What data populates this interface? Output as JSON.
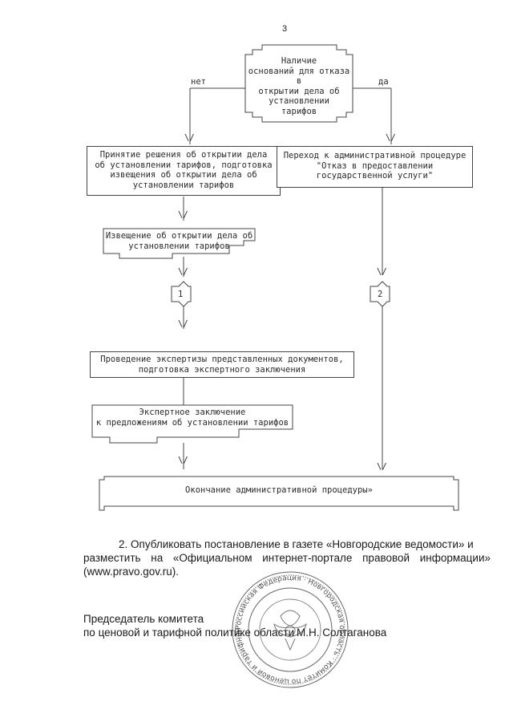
{
  "page_number": "3",
  "flow": {
    "decision": [
      "Наличие",
      "оснований для отказа в",
      "открытии дела об установлении",
      "тарифов"
    ],
    "no_label": "нет",
    "yes_label": "да",
    "step_open_case": [
      "Принятие решения об открытии дела",
      "об установлении тарифов, подготовка",
      "извещения об открытии дела об",
      "установлении тарифов"
    ],
    "step_refusal": [
      "Переход к административной процедуре",
      "\"Отказ в предоставлении",
      "государственной услуги\""
    ],
    "doc_notice": [
      "Извещение об открытии дела об",
      "установлении тарифов"
    ],
    "connector_1": "1",
    "connector_2": "2",
    "step_expertise": [
      "Проведение экспертизы представленных документов,",
      "подготовка экспертного заключения"
    ],
    "doc_conclusion": [
      "Экспертное заключение",
      "к предложениям об установлении тарифов"
    ],
    "end": "Окончание административной процедуры»",
    "arrow_glyph": "\\/"
  },
  "paragraph": {
    "line1": "2. Опубликовать постановление в газете «Новгородские ведомости» и",
    "line2": "разместить на «Официальном интернет-портале правовой информации»",
    "line3": "(www.pravo.gov.ru)."
  },
  "signature": {
    "title_line1": "Председатель комитета",
    "title_line2": "по ценовой и тарифной политике области",
    "name": "М.Н. Солтаганова"
  },
  "seal": {
    "text": "Российская Федерация · Новгородская область · Комитет по ценовой и тарифной политике области"
  }
}
